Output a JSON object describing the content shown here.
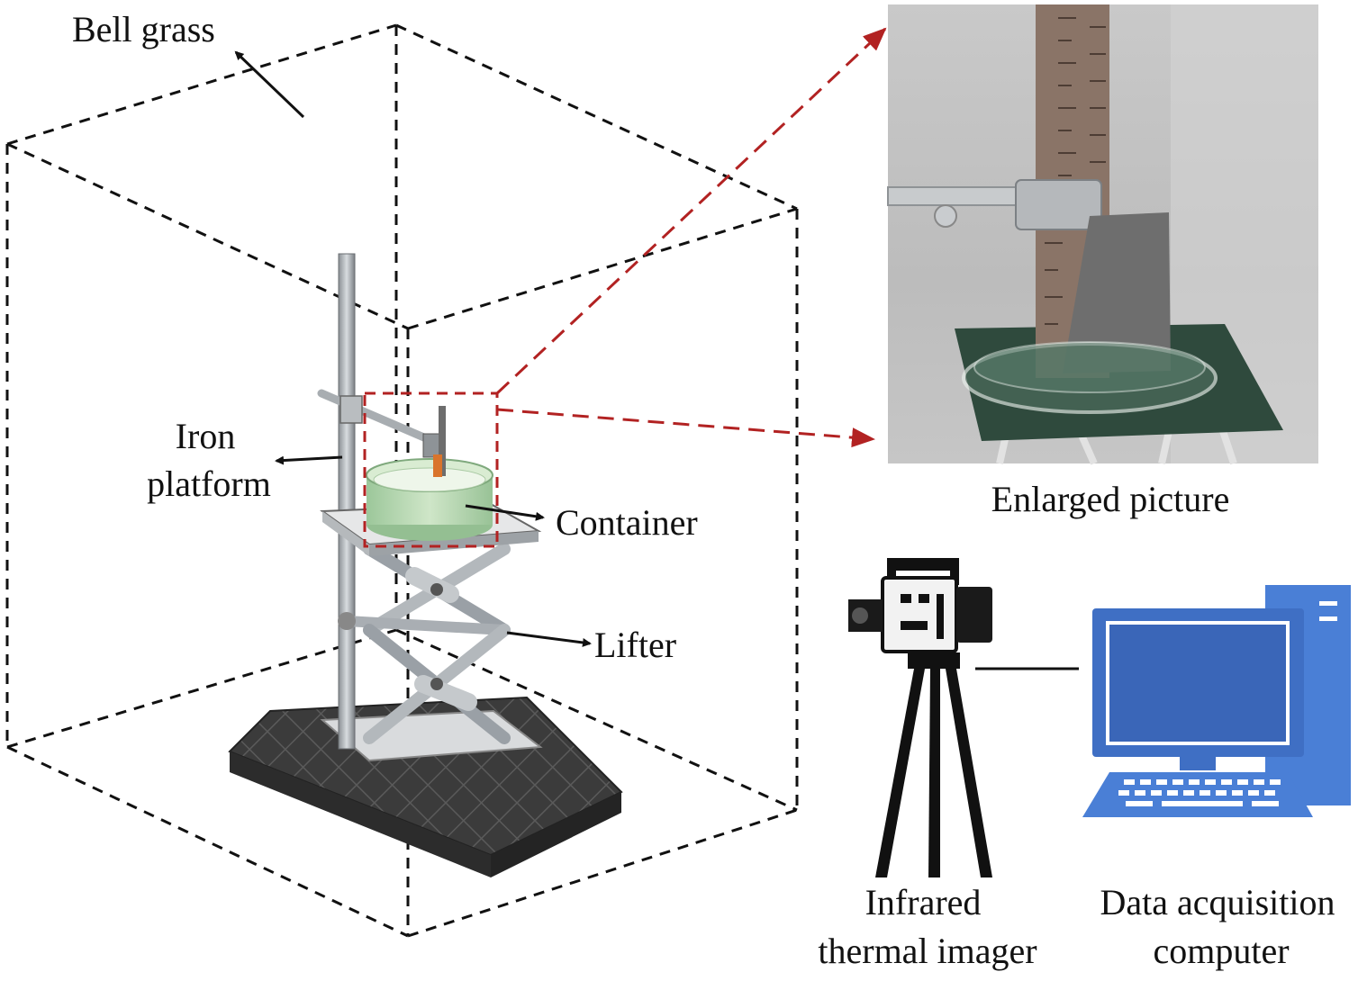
{
  "labels": {
    "bell_grass": "Bell grass",
    "iron_platform_line1": "Iron",
    "iron_platform_line2": "platform",
    "container": "Container",
    "lifter": "Lifter",
    "enlarged_picture": "Enlarged picture",
    "infrared_line1": "Infrared",
    "infrared_line2": "thermal imager",
    "computer_line1": "Data acquisition",
    "computer_line2": "computer"
  },
  "colors": {
    "box_dash": "#111111",
    "zoom_dash": "#b22222",
    "container_fill": "#b8d9b0",
    "monitor_blue": "#3f6fc4",
    "tower_blue": "#4a7fd6",
    "base_dark": "#3a3a3a"
  }
}
